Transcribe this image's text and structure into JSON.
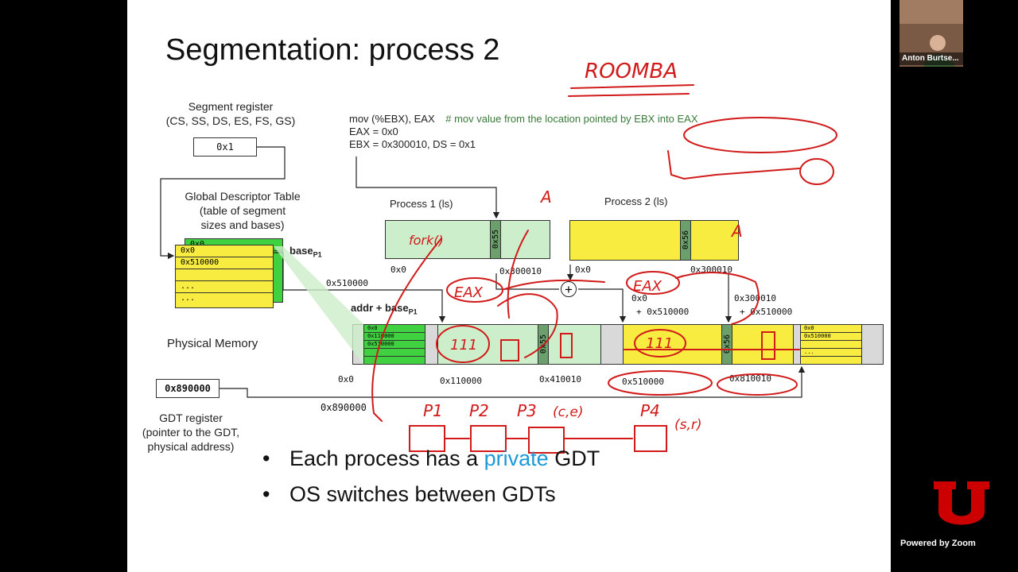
{
  "slide": {
    "title": "Segmentation: process 2",
    "segment_register": {
      "label_line1": "Segment register",
      "label_line2": "(CS, SS, DS, ES, FS, GS)",
      "value": "0x1"
    },
    "gdt": {
      "label_line1": "Global Descriptor Table",
      "label_line2": "(table of segment",
      "label_line3": "sizes and bases)",
      "back_row": "0x0",
      "rows": [
        "0x0",
        "0x510000",
        "",
        "...",
        "..."
      ]
    },
    "code": {
      "line1": "mov (%EBX), EAX",
      "comment": "# mov value from the  location pointed by EBX into EAX",
      "line2": "EAX = 0x0",
      "line3": "EBX = 0x300010, DS = 0x1"
    },
    "process1": {
      "label": "Process 1 (ls)",
      "cell": "0x55",
      "addr_start": "0x0",
      "addr_cell": "0x300010"
    },
    "process2": {
      "label": "Process 2 (ls)",
      "cell": "0x56",
      "addr_start": "0x0",
      "addr_cell": "0x300010"
    },
    "base_label": "base",
    "base_sub": "P1",
    "addr_base_label": "addr + base",
    "addr_base_sub": "P1",
    "addr_510000": "0x510000",
    "plus_sign": "+",
    "calc_left_line1": "0x0",
    "calc_left_line2": "+ 0x510000",
    "calc_right_line1": "0x300010",
    "calc_right_line2": "+ 0x510000",
    "physical_memory": {
      "label": "Physical Memory",
      "mini_gdt_left": [
        "0x0",
        "0x110000",
        "0x510000",
        ""
      ],
      "mini_gdt_right": [
        "0x0",
        "0x510000",
        "",
        "..."
      ],
      "cell1": "0x55",
      "cell2": "0x56",
      "addr_0": "0x0",
      "addr_110000": "0x110000",
      "addr_410010": "0x410010",
      "addr_510000": "0x510000",
      "addr_810010": "0x810010",
      "addr_890000": "0x890000"
    },
    "gdt_register": {
      "value": "0x890000",
      "label_line1": "GDT register",
      "label_line2": "(pointer to the GDT,",
      "label_line3": "physical address)"
    },
    "bullets": {
      "b1_pre": "Each process has a ",
      "b1_private": "private",
      "b1_post": " GDT",
      "b2": "OS switches between GDTs"
    },
    "bullet_symbol": "•",
    "handwriting": {
      "roomba": "ROOMBA",
      "fork": "fork()",
      "eax1": "EAX",
      "eax2": "EAX",
      "a1": "A",
      "a2": "A",
      "p1": "P1",
      "p2": "P2",
      "p3": "P3",
      "p3_note": "(c,e)",
      "p4": "P4",
      "p4_note": "(s,r)",
      "m1": "111",
      "m2": "111"
    }
  },
  "zoom": {
    "participant_name": "Anton Burtse...",
    "powered_by": "Powered by Zoom"
  },
  "colors": {
    "green_light": "#cdeecb",
    "green_dark": "#3fd13f",
    "yellow": "#f7ec3f",
    "cell_green": "#6b9f6b",
    "ink_red": "#d11a1a",
    "gray": "#d9d9d9",
    "accent_blue": "#1a9ad6",
    "utah_red": "#cc0000"
  }
}
